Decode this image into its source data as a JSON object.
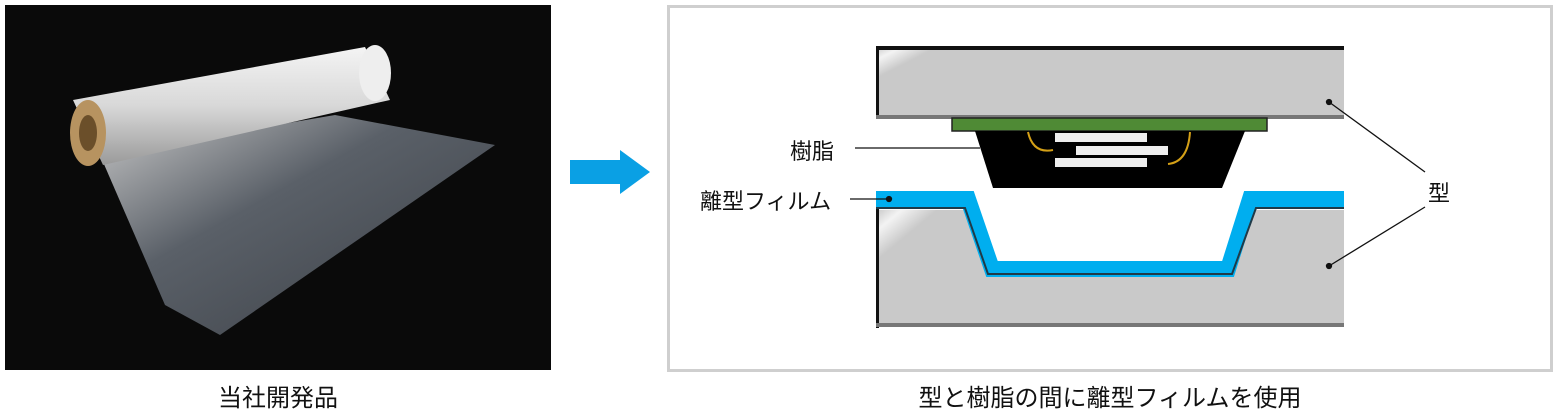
{
  "left_caption": "当社開発品",
  "right_caption": "型と樹脂の間に離型フィルムを使用",
  "labels": {
    "resin": "樹脂",
    "release_film": "離型フィルム",
    "mold": "型"
  },
  "colors": {
    "arrow": "#0aa0e4",
    "film": "#00aeef",
    "substrate": "#4f8a35",
    "mold": "#c9c9c9"
  }
}
